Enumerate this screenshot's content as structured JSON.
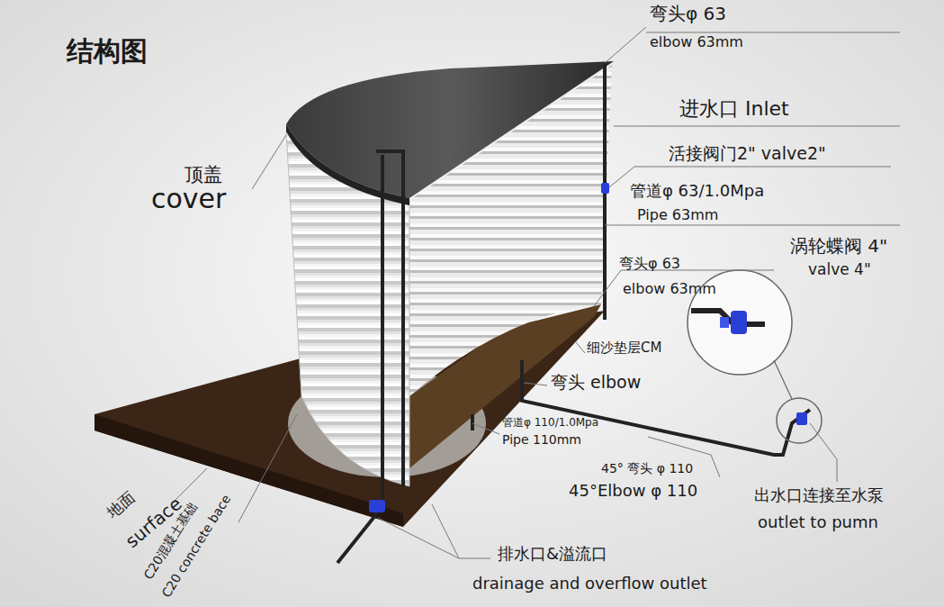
{
  "diagram": {
    "title": "结构图",
    "labels": [
      "弯头φ 63",
      "elbow 63mm",
      "进水口 Inlet",
      "活接阀门2\" valve2\"",
      "管道φ 63/1.0Mpa",
      "Pipe 63mm",
      "弯头φ 63",
      "elbow 63mm",
      "涡轮蝶阀 4\"",
      "valve 4\"",
      "顶盖",
      "cover",
      "细沙垫层CM",
      "弯头 elbow",
      "管道φ 110/1.0Mpa",
      "Pipe 110mm",
      "45° 弯头 φ 110",
      "45°Elbow φ 110",
      "出水口连接至水泵",
      "outlet to pumn",
      "地面",
      "surface",
      "C20混凝土基础",
      "C20 concrete bace",
      "排水口&溢流口",
      "drainage and overflow outlet"
    ]
  }
}
